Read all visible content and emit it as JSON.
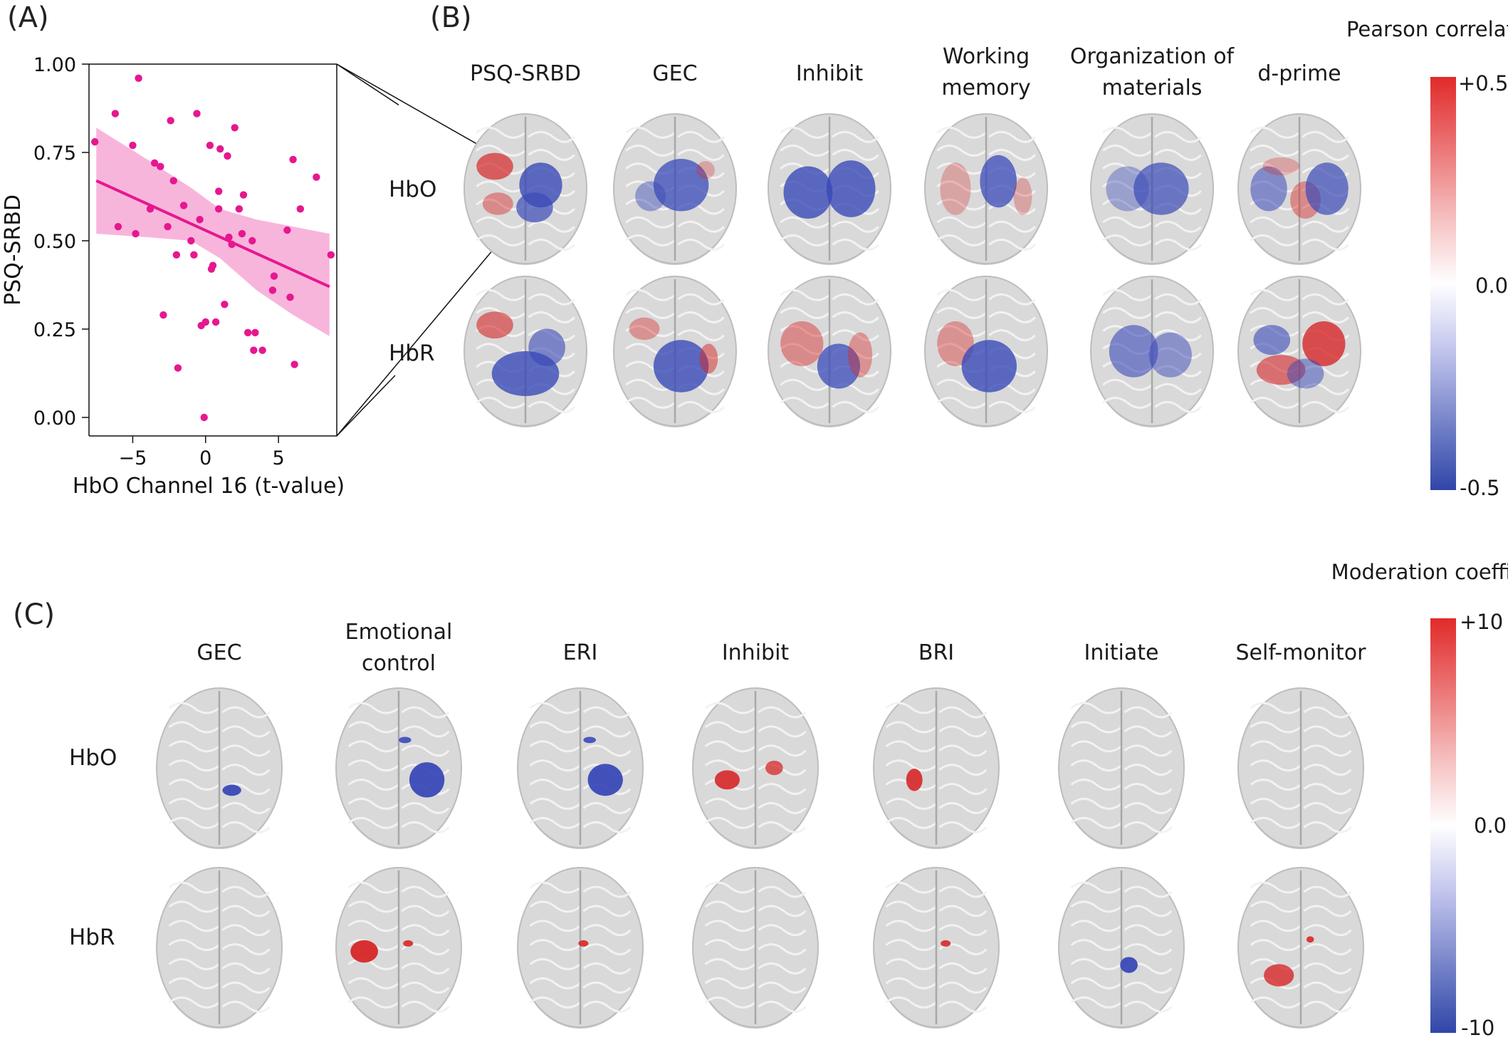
{
  "panels": {
    "a": "(A)",
    "b": "(B)",
    "c": "(C)"
  },
  "chart_data": {
    "type": "scatter",
    "title": "",
    "xlabel": "HbO Channel 16 (t-value)",
    "ylabel": "PSQ-SRBD",
    "xlim": [
      -8,
      9
    ],
    "ylim": [
      -0.05,
      1.0
    ],
    "xticks": [
      {
        "v": -5,
        "label": "−5"
      },
      {
        "v": 0,
        "label": "0"
      },
      {
        "v": 5,
        "label": "5"
      }
    ],
    "yticks": [
      {
        "v": 0.0,
        "label": "0.00"
      },
      {
        "v": 0.25,
        "label": "0.25"
      },
      {
        "v": 0.5,
        "label": "0.50"
      },
      {
        "v": 0.75,
        "label": "0.75"
      },
      {
        "v": 1.0,
        "label": "1.00"
      }
    ],
    "points": [
      [
        -7.6,
        0.78
      ],
      [
        -6.2,
        0.86
      ],
      [
        -6.0,
        0.54
      ],
      [
        -5.0,
        0.77
      ],
      [
        -4.8,
        0.52
      ],
      [
        -4.6,
        0.96
      ],
      [
        -3.8,
        0.59
      ],
      [
        -3.5,
        0.72
      ],
      [
        -3.1,
        0.71
      ],
      [
        -2.9,
        0.29
      ],
      [
        -2.6,
        0.54
      ],
      [
        -2.4,
        0.84
      ],
      [
        -2.2,
        0.67
      ],
      [
        -2.0,
        0.46
      ],
      [
        -1.9,
        0.14
      ],
      [
        -1.5,
        0.6
      ],
      [
        -1.0,
        0.5
      ],
      [
        -0.8,
        0.46
      ],
      [
        -0.6,
        0.86
      ],
      [
        -0.4,
        0.56
      ],
      [
        -0.3,
        0.26
      ],
      [
        -0.1,
        0.0
      ],
      [
        0.0,
        0.27
      ],
      [
        0.3,
        0.77
      ],
      [
        0.4,
        0.42
      ],
      [
        0.5,
        0.43
      ],
      [
        0.7,
        0.27
      ],
      [
        0.9,
        0.59
      ],
      [
        0.9,
        0.64
      ],
      [
        1.0,
        0.76
      ],
      [
        1.3,
        0.32
      ],
      [
        1.5,
        0.74
      ],
      [
        1.6,
        0.51
      ],
      [
        1.8,
        0.49
      ],
      [
        2.0,
        0.82
      ],
      [
        2.3,
        0.59
      ],
      [
        2.5,
        0.52
      ],
      [
        2.6,
        0.63
      ],
      [
        2.9,
        0.24
      ],
      [
        3.2,
        0.5
      ],
      [
        3.3,
        0.19
      ],
      [
        3.4,
        0.24
      ],
      [
        3.9,
        0.19
      ],
      [
        4.6,
        0.36
      ],
      [
        4.7,
        0.4
      ],
      [
        5.6,
        0.53
      ],
      [
        5.8,
        0.34
      ],
      [
        6.0,
        0.73
      ],
      [
        6.1,
        0.15
      ],
      [
        6.5,
        0.59
      ],
      [
        7.6,
        0.68
      ],
      [
        8.6,
        0.46
      ]
    ],
    "fit": {
      "x": [
        -7.5,
        8.5
      ],
      "y": [
        0.67,
        0.37
      ]
    },
    "ci_band": {
      "x": [
        -7.5,
        -4.0,
        -1.0,
        1.0,
        3.5,
        6.0,
        8.5
      ],
      "upper": [
        0.82,
        0.73,
        0.65,
        0.59,
        0.56,
        0.54,
        0.52
      ],
      "lower": [
        0.52,
        0.51,
        0.5,
        0.45,
        0.36,
        0.29,
        0.23
      ]
    },
    "colors": {
      "points": "#e6178f",
      "fit": "#e6178f",
      "band": "#f7a8d6"
    }
  },
  "panel_b": {
    "columns": [
      "PSQ-SRBD",
      "GEC",
      "Inhibit",
      "Working memory",
      "Organization of materials",
      "d-prime"
    ],
    "rows": [
      "HbO",
      "HbR"
    ],
    "colorbar": {
      "title": "Pearson correlation",
      "max_label": "+0.5",
      "mid_label": "0.0",
      "min_label": "-0.5"
    }
  },
  "panel_c": {
    "columns": [
      "GEC",
      "Emotional control",
      "ERI",
      "Inhibit",
      "BRI",
      "Initiate",
      "Self-monitor"
    ],
    "rows": [
      "HbO",
      "HbR"
    ],
    "colorbar": {
      "title": "Moderation coefficient",
      "max_label": "+10",
      "mid_label": "0.0",
      "min_label": "-10"
    }
  },
  "colors": {
    "red": "#d62728",
    "blue": "#3a4ab8",
    "brain": "#d9d9d9"
  }
}
